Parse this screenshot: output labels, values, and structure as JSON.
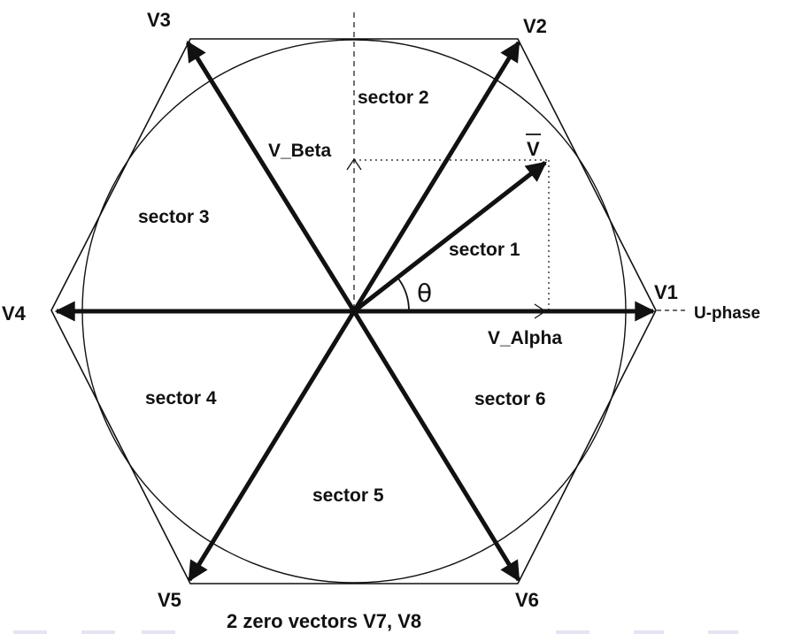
{
  "vectors": {
    "v1": "V1",
    "v2": "V2",
    "v3": "V3",
    "v4": "V4",
    "v5": "V5",
    "v6": "V6"
  },
  "sectors": {
    "s1": "sector 1",
    "s2": "sector 2",
    "s3": "sector 3",
    "s4": "sector 4",
    "s5": "sector 5",
    "s6": "sector 6"
  },
  "axes": {
    "alpha": "V_Alpha",
    "beta": "V_Beta",
    "u_phase": "U-phase"
  },
  "reference_vector": {
    "label": "V",
    "angle_symbol": "θ"
  },
  "footer": {
    "zero_vectors": "2 zero vectors V7, V8"
  },
  "colors": {
    "line": "#111111",
    "background": "#ffffff",
    "bottom_marks": "#e4e4f2"
  }
}
